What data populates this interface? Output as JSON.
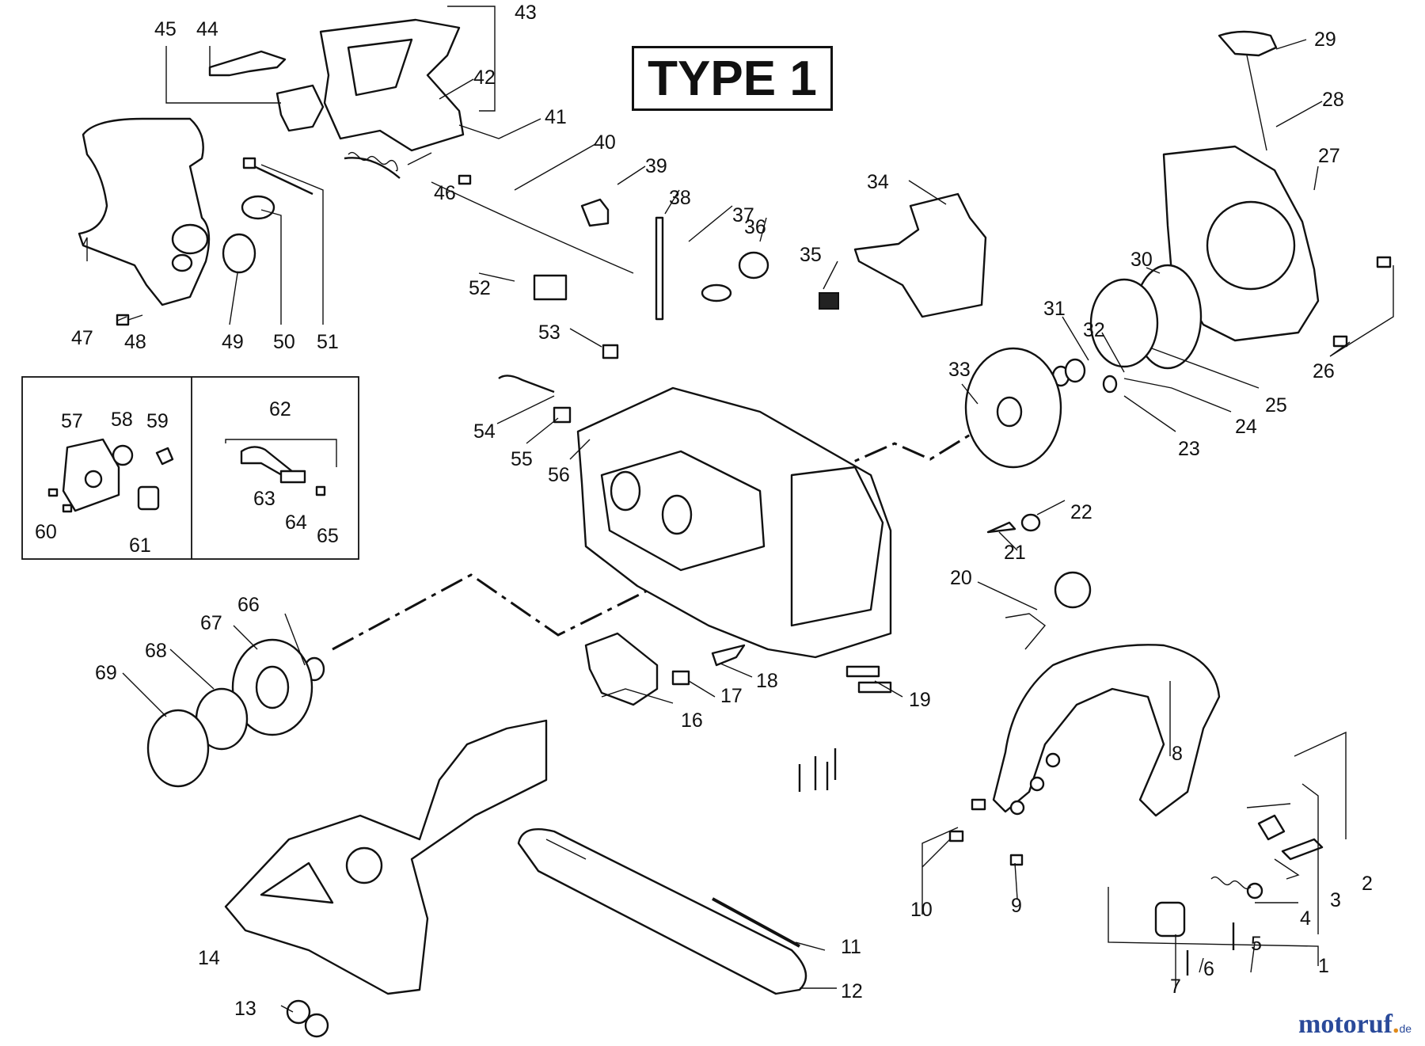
{
  "title": "TYPE 1",
  "watermark": {
    "brand_main": "motoruf",
    "brand_accent": ".",
    "brand_suffix": "de"
  },
  "callouts": [
    {
      "n": "1"
    },
    {
      "n": "2"
    },
    {
      "n": "3"
    },
    {
      "n": "4"
    },
    {
      "n": "5"
    },
    {
      "n": "6"
    },
    {
      "n": "7"
    },
    {
      "n": "8"
    },
    {
      "n": "9"
    },
    {
      "n": "10"
    },
    {
      "n": "11"
    },
    {
      "n": "12"
    },
    {
      "n": "13"
    },
    {
      "n": "14"
    },
    {
      "n": "16"
    },
    {
      "n": "17"
    },
    {
      "n": "18"
    },
    {
      "n": "19"
    },
    {
      "n": "20"
    },
    {
      "n": "21"
    },
    {
      "n": "22"
    },
    {
      "n": "23"
    },
    {
      "n": "24"
    },
    {
      "n": "25"
    },
    {
      "n": "26"
    },
    {
      "n": "27"
    },
    {
      "n": "28"
    },
    {
      "n": "29"
    },
    {
      "n": "30"
    },
    {
      "n": "31"
    },
    {
      "n": "32"
    },
    {
      "n": "33"
    },
    {
      "n": "34"
    },
    {
      "n": "35"
    },
    {
      "n": "36"
    },
    {
      "n": "37"
    },
    {
      "n": "38"
    },
    {
      "n": "39"
    },
    {
      "n": "40"
    },
    {
      "n": "41"
    },
    {
      "n": "42"
    },
    {
      "n": "43"
    },
    {
      "n": "44"
    },
    {
      "n": "45"
    },
    {
      "n": "46"
    },
    {
      "n": "47"
    },
    {
      "n": "48"
    },
    {
      "n": "49"
    },
    {
      "n": "50"
    },
    {
      "n": "51"
    },
    {
      "n": "52"
    },
    {
      "n": "53"
    },
    {
      "n": "54"
    },
    {
      "n": "55"
    },
    {
      "n": "56"
    },
    {
      "n": "57"
    },
    {
      "n": "58"
    },
    {
      "n": "59"
    },
    {
      "n": "60"
    },
    {
      "n": "61"
    },
    {
      "n": "62"
    },
    {
      "n": "63"
    },
    {
      "n": "64"
    },
    {
      "n": "65"
    },
    {
      "n": "66"
    },
    {
      "n": "67"
    },
    {
      "n": "68"
    },
    {
      "n": "69"
    }
  ],
  "colors": {
    "line": "#111111",
    "brand_blue": "#2a4a9a",
    "brand_orange": "#e08a1a"
  }
}
